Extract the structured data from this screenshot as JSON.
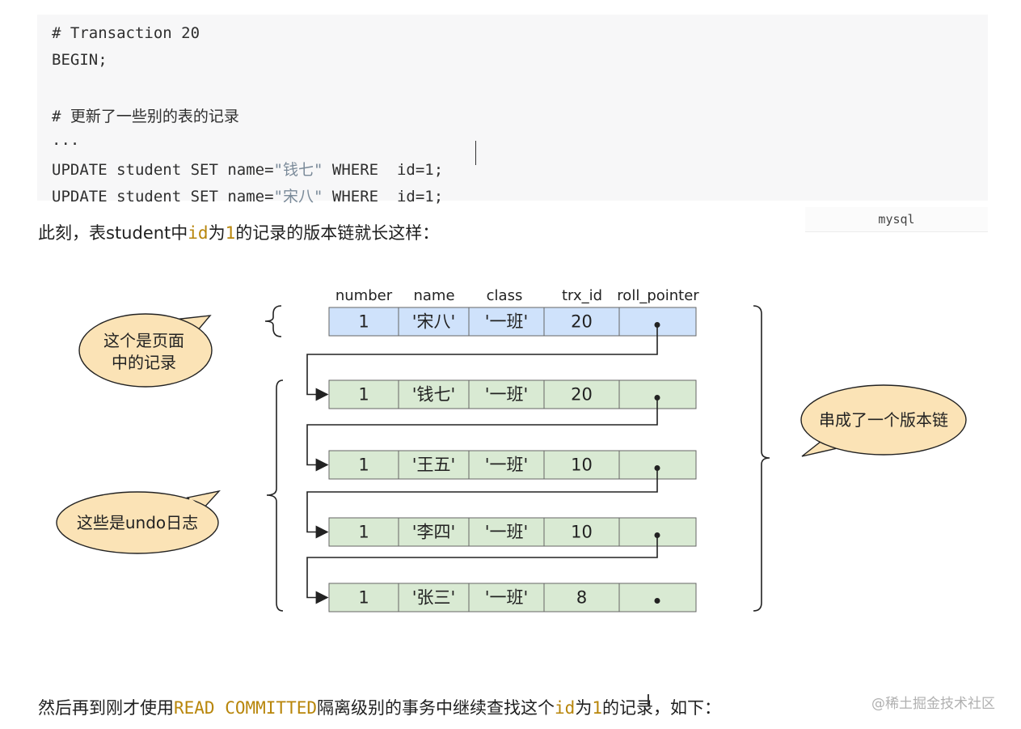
{
  "code": {
    "lines": [
      {
        "text": "# Transaction 20"
      },
      {
        "text": "BEGIN;"
      },
      {
        "text": ""
      },
      {
        "text": "# 更新了一些别的表的记录"
      },
      {
        "text": "..."
      },
      {
        "pre": "UPDATE student SET name=",
        "str": "\"钱七\"",
        "post": " WHERE  id=1;"
      },
      {
        "pre": "UPDATE student SET name=",
        "str": "\"宋八\"",
        "post": " WHERE  id=1;"
      }
    ],
    "language": "mysql"
  },
  "para1": {
    "a": "此刻，表student中",
    "code1": "id",
    "b": "为",
    "code2": "1",
    "c": "的记录的版本链就长这样："
  },
  "diagram": {
    "headers": [
      "number",
      "name",
      "class",
      "trx_id",
      "roll_pointer"
    ],
    "rows": [
      {
        "number": "1",
        "name": "'宋八'",
        "class": "'一班'",
        "trx_id": "20",
        "type": "page"
      },
      {
        "number": "1",
        "name": "'钱七'",
        "class": "'一班'",
        "trx_id": "20",
        "type": "undo"
      },
      {
        "number": "1",
        "name": "'王五'",
        "class": "'一班'",
        "trx_id": "10",
        "type": "undo"
      },
      {
        "number": "1",
        "name": "'李四'",
        "class": "'一班'",
        "trx_id": "10",
        "type": "undo"
      },
      {
        "number": "1",
        "name": "'张三'",
        "class": "'一班'",
        "trx_id": "8",
        "type": "undo"
      }
    ],
    "callouts": {
      "page_record": [
        "这个是页面",
        "中的记录"
      ],
      "undo_log": [
        "这些是undo日志"
      ],
      "version_chain": [
        "串成了一个版本链"
      ]
    },
    "colors": {
      "page_row": "#cfe2fb",
      "undo_row": "#d9ead3",
      "callout": "#fbe3b6"
    }
  },
  "para2": {
    "a": "然后再到刚才使用",
    "code1": "READ COMMITTED",
    "b": "隔离级别的事务中继续查找这个",
    "code2": "id",
    "c": "为",
    "code3": "1",
    "d": "的记录，如下："
  },
  "watermark": "@稀土掘金技术社区"
}
